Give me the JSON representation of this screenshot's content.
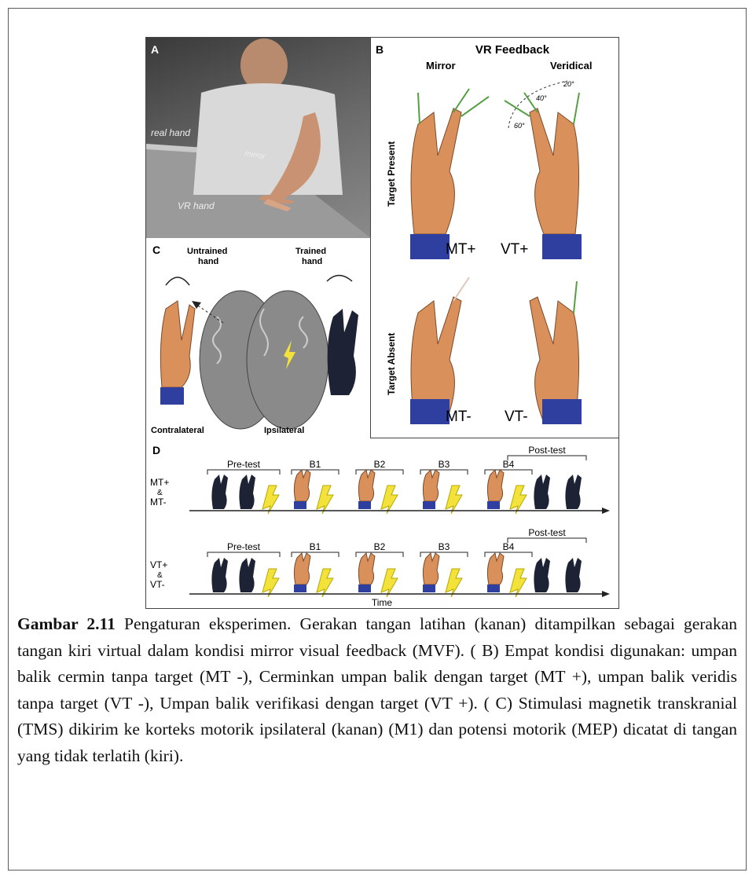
{
  "figure": {
    "panel_a": {
      "label": "A",
      "real_hand": "real hand",
      "vr_hand": "VR hand",
      "mirror": "mirror"
    },
    "panel_b": {
      "label": "B",
      "title": "VR Feedback",
      "col_mirror": "Mirror",
      "col_veridical": "Veridical",
      "row_present": "Target Present",
      "row_absent": "Target Absent",
      "mt_plus": "MT+",
      "vt_plus": "VT+",
      "mt_minus": "MT-",
      "vt_minus": "VT-",
      "angle_20": "20°",
      "angle_40": "40°",
      "angle_60": "60°"
    },
    "panel_c": {
      "label": "C",
      "untrained": "Untrained",
      "untrained_2": "hand",
      "trained": "Trained",
      "trained_2": "hand",
      "contralateral": "Contralateral",
      "ipsilateral": "Ipsilateral"
    },
    "panel_d": {
      "label": "D",
      "pre_test": "Pre-test",
      "post_test": "Post-test",
      "b1": "B1",
      "b2": "B2",
      "b3": "B3",
      "b4": "B4",
      "row1_a": "MT+",
      "row1_amp": "&",
      "row1_b": "MT-",
      "row2_a": "VT+",
      "row2_amp": "&",
      "row2_b": "VT-",
      "time": "Time"
    },
    "colors": {
      "skin": "#d9905a",
      "sleeve": "#2e3fa0",
      "dark_hand": "#1d2235",
      "bolt": "#f2e23a",
      "brain": "#8a8a8a"
    }
  },
  "caption": {
    "lead": "Gambar 2.11",
    "text": " Pengaturan eksperimen. Gerakan tangan   latihan   (kanan) ditampilkan  sebagai gerakan tangan kiri virtual dalam kondisi mirror visual feedback (MVF). ( B) Empat kondisi digunakan: umpan balik cermin tanpa target (MT -), Cerminkan umpan balik dengan target (MT +), umpan balik veridis tanpa target (VT -), Umpan balik verifikasi dengan target (VT +). ( C) Stimulasi magnetik transkranial (TMS) dikirim ke korteks motorik ipsilateral (kanan) (M1) dan potensi motorik (MEP) dicatat di tangan yang tidak terlatih (kiri)."
  }
}
